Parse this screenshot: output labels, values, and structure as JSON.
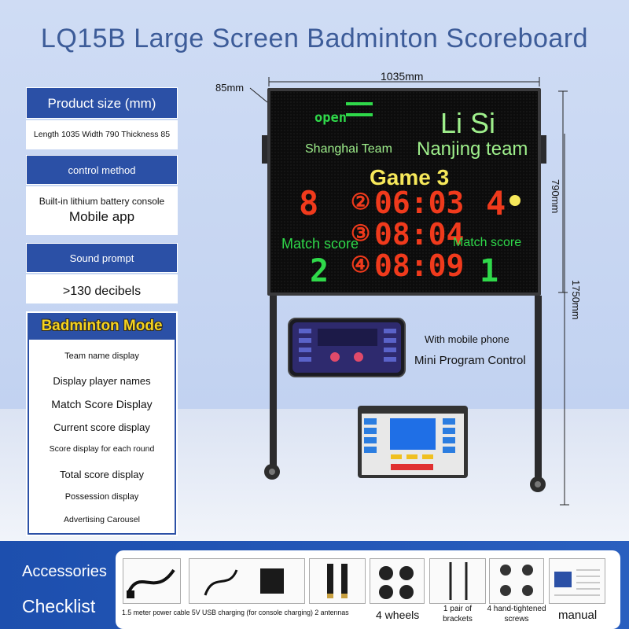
{
  "title": "LQ15B Large Screen Badminton Scoreboard",
  "specs": {
    "size_head": "Product size (mm)",
    "size_value": "Length 1035 Width 790 Thickness 85",
    "control_head": "control method",
    "control_value1": "Built-in lithium battery console",
    "control_value2": "Mobile app",
    "sound_head": "Sound prompt",
    "sound_value": ">130 decibels"
  },
  "mode": {
    "title": "Badminton Mode",
    "items": [
      "Team name display",
      "Display player names",
      "Match Score Display",
      "Current score display",
      "Score display for each round",
      "Total score display",
      "Possession display",
      "Advertising Carousel"
    ]
  },
  "dimensions": {
    "thickness": "85mm",
    "width": "1035mm",
    "height": "790mm",
    "total_height": "1750mm"
  },
  "board": {
    "open": "open",
    "player_name": "Li Si",
    "team_left": "Shanghai Team",
    "team_right": "Nanjing team",
    "game": "Game 3",
    "score_left": "8",
    "score_right": "4",
    "round2_num": "②",
    "round2_time": "06:03",
    "round3_num": "③",
    "round3_time": "08:04",
    "round4_num": "④",
    "round4_time": "08:09",
    "match_label_left": "Match score",
    "match_label_right": "Match score",
    "match_left": "2",
    "match_right": "1"
  },
  "phone_caption": {
    "line1": "With mobile phone",
    "line2": "Mini Program Control"
  },
  "accessories": {
    "label1": "Accessories",
    "label2": "Checklist",
    "cable_caption": "1.5 meter power cable 5V USB charging (for console charging) 2 antennas",
    "wheels": "4 wheels",
    "brackets": "1 pair of brackets",
    "screws": "4 hand-tightened screws",
    "manual": "manual"
  },
  "colors": {
    "accent_blue": "#2b50a6",
    "led_red": "#f03a1c",
    "led_green": "#2fd94a",
    "led_yellow": "#f6e85a"
  }
}
